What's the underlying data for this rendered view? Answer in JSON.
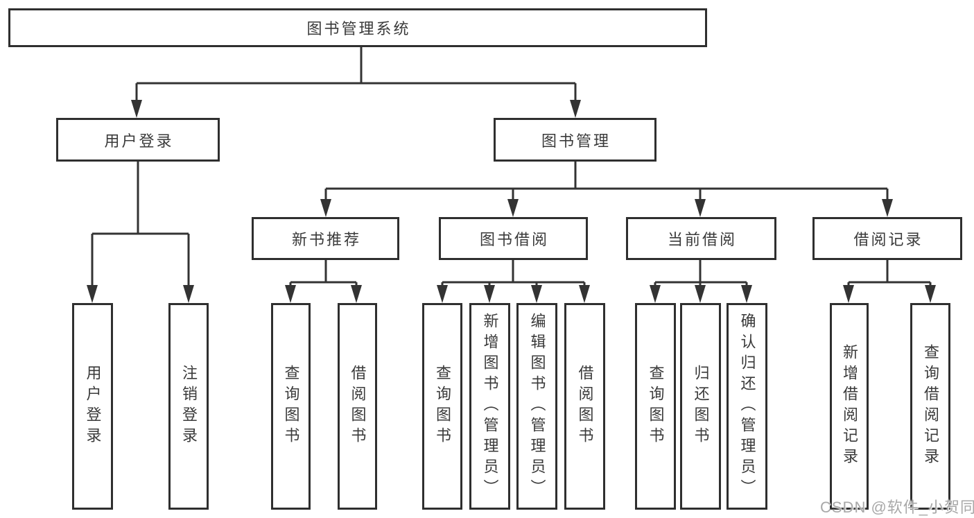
{
  "diagram": {
    "nodes": {
      "root": "图书管理系统",
      "user_login": "用户登录",
      "book_mgmt": "图书管理",
      "new_book": "新书推荐",
      "book_borrow": "图书借阅",
      "current_borrow": "当前借阅",
      "borrow_record": "借阅记录"
    },
    "leaves": {
      "user_login": [
        "用户登录",
        "注销登录"
      ],
      "new_book": [
        "查询图书",
        "借阅图书"
      ],
      "book_borrow": [
        "查询图书",
        "新增图书（管理员）",
        "编辑图书（管理员）",
        "借阅图书"
      ],
      "current_borrow": [
        "查询图书",
        "归还图书",
        "确认归还（管理员）"
      ],
      "borrow_record": [
        "新增借阅记录",
        "查询借阅记录"
      ]
    },
    "watermark": "CSDN @软件_小贺同学",
    "colors": {
      "line": "#333333",
      "box_border": "#2f2f2f",
      "box_fill": "#ffffff",
      "text": "#3a3a3a",
      "watermark": "#a8a8a8"
    }
  }
}
